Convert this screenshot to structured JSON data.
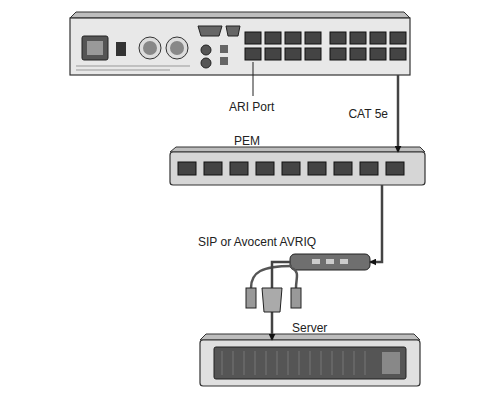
{
  "diagram": {
    "nodes": [
      {
        "text": [
          "ARI Port"
        ]
      },
      {
        "text": [
          "PEM"
        ]
      },
      {
        "text": [
          "SIP or Avocent AVRIQ"
        ]
      },
      {
        "text": [
          "Server"
        ]
      }
    ],
    "edges": [
      {
        "from": 0,
        "to": 1,
        "arrow": "to",
        "label": "CAT 5e"
      },
      {
        "from": 1,
        "to": 2,
        "arrow": "to"
      },
      {
        "from": 2,
        "to": 3,
        "arrow": "to"
      }
    ]
  }
}
